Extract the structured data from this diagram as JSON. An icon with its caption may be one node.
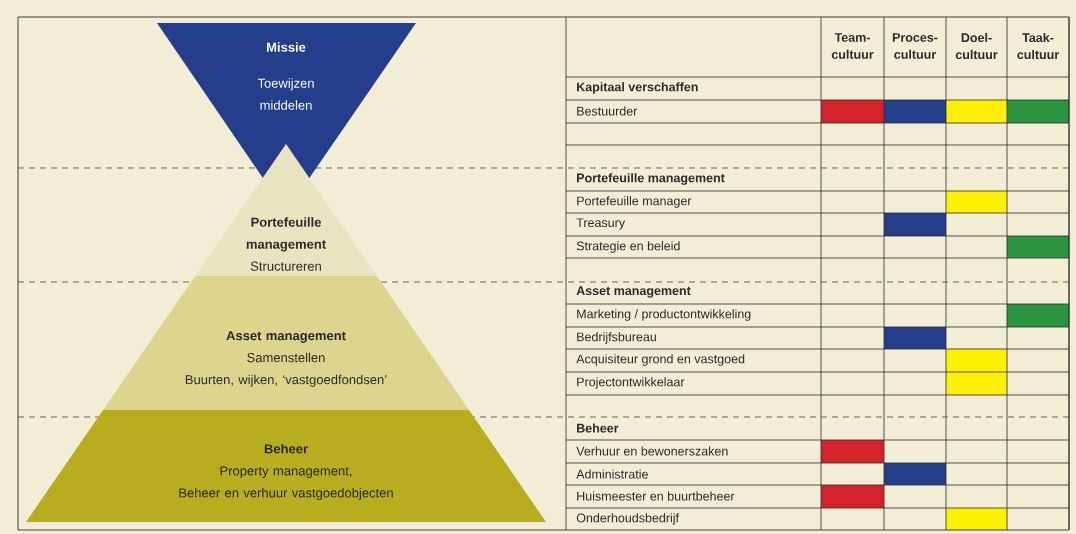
{
  "diagram": {
    "nodes": [
      {
        "text": [
          "Missie",
          "Toewijzen middelen"
        ]
      },
      {
        "text": [
          "Portefeuille management",
          "Structureren"
        ]
      },
      {
        "text": [
          "Asset management",
          "Samenstellen",
          "Buurten, wijken, ‘vastgoedfondsen’"
        ]
      },
      {
        "text": [
          "Beheer",
          "Property management,",
          "Beheer en verhuur vastgoedobjecten"
        ]
      }
    ],
    "labels": [
      "Team- cultuur",
      "Proces- cultuur",
      "Doel- cultuur",
      "Taak- cultuur",
      "Kapitaal verschaffen",
      "Bestuurder",
      "Portefeuille management",
      "Portefeuille manager",
      "Treasury",
      "Strategie en beleid",
      "Asset management",
      "Marketing / productontwikkeling",
      "Bedrijfsbureau",
      "Acquisiteur grond en vastgoed",
      "Projectontwikkelaar",
      "Beheer",
      "Verhuur en bewonerszaken",
      "Administratie",
      "Huismeester en buurtbeheer",
      "Onderhoudsbedrijf"
    ]
  }
}
